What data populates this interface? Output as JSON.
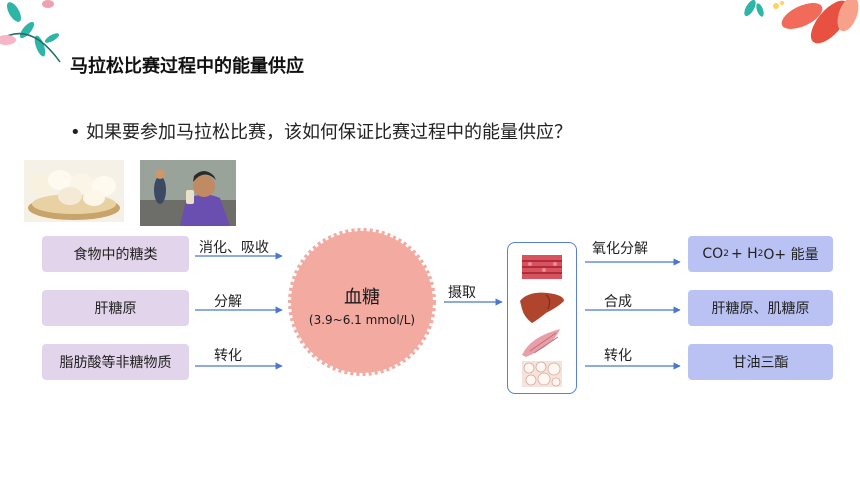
{
  "title": "马拉松比赛过程中的能量供应",
  "question": "如果要参加马拉松比赛，该如何保证比赛过程中的能量供应？",
  "bullet": "•",
  "sources": [
    {
      "label": "食物中的糖类",
      "arrow": "消化、吸收"
    },
    {
      "label": "肝糖原",
      "arrow": "分解"
    },
    {
      "label": "脂肪酸等非糖物质",
      "arrow": "转化"
    }
  ],
  "center": {
    "main": "血糖",
    "sub": "(3.9~6.1 mmol/L)"
  },
  "uptake_label": "摄取",
  "destinations": [
    {
      "arrow": "氧化分解",
      "parts": {
        "co2_a": "CO",
        "co2_sub": "2",
        "mid": "+ H",
        "h2o_sub": "2",
        "end": "O+ 能量"
      }
    },
    {
      "arrow": "合成",
      "label": "肝糖原、肌糖原"
    },
    {
      "arrow": "转化",
      "label": "甘油三酯"
    }
  ],
  "colors": {
    "source_box": "#e2d4ea",
    "dest_box": "#b9c2f2",
    "blood_sugar": "#f2aaa1",
    "arrow": "#4a78d0",
    "panel_border": "#5b7fd6"
  },
  "icons": [
    "leaf-decoration-left",
    "leaf-decoration-right",
    "muscle-tissue-icon",
    "liver-icon",
    "skeletal-muscle-icon",
    "fat-tissue-icon"
  ]
}
